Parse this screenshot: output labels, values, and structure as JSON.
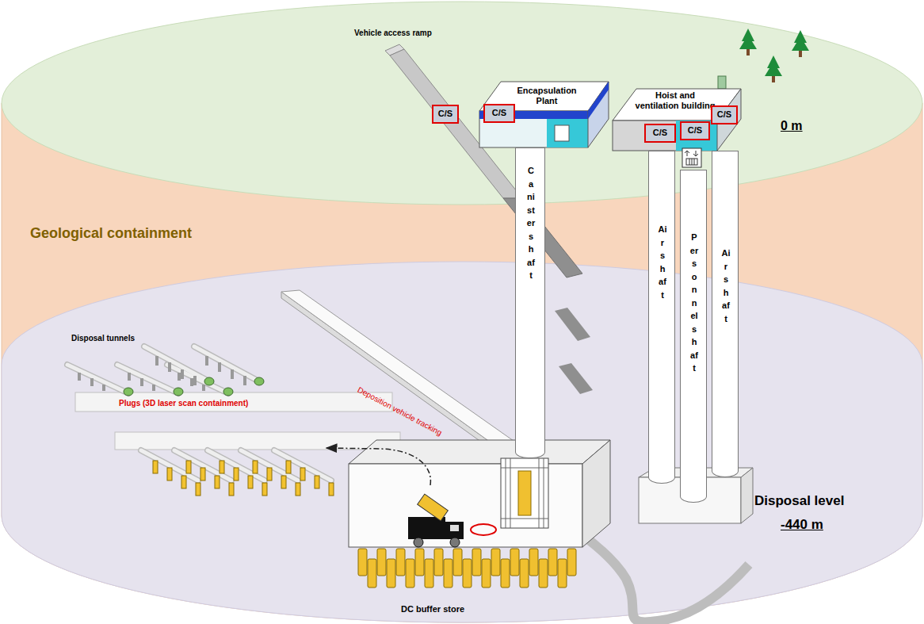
{
  "diagram": {
    "nodes": [
      {
        "text": [
          "Encapsulation Plant"
        ]
      },
      {
        "text": [
          "C/S"
        ],
        "in": 0
      },
      {
        "text": [
          "Hoist and ventilation building"
        ]
      },
      {
        "text": [
          "C/S"
        ],
        "in": 2
      },
      {
        "text": [
          "C/S"
        ],
        "in": 2
      },
      {
        "text": [
          "C/S"
        ],
        "in": 2
      },
      {
        "text": [
          "C/S"
        ]
      },
      {
        "text": [
          "Canister shaft"
        ]
      },
      {
        "text": [
          "Air shaft"
        ]
      },
      {
        "text": [
          "Personnel shaft"
        ]
      },
      {
        "text": [
          "Air shaft"
        ]
      },
      {
        "text": [
          "DC buffer store"
        ]
      }
    ],
    "labels": [
      "Vehicle access ramp",
      "0 m",
      "Geological containment",
      "Disposal tunnels",
      "Plugs (3D laser scan containment)",
      "Deposition vehicle tracking",
      "Disposal level",
      "-440 m"
    ]
  }
}
